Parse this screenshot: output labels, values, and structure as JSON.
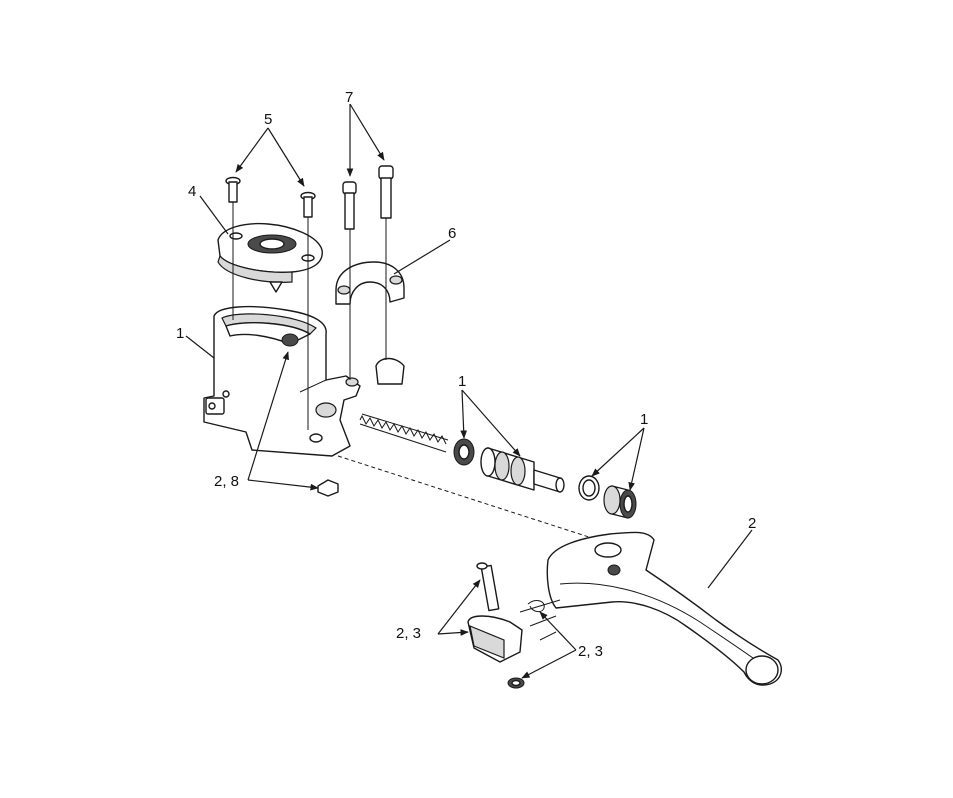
{
  "callouts": {
    "c1_body": "1",
    "c1_piston": "1",
    "c1_seal": "1",
    "c2_lever": "2",
    "c23_pin": "2, 3",
    "c23_clip": "2, 3",
    "c28_plug": "2, 8",
    "c4_cover": "4",
    "c5_screws": "5",
    "c6_clamp": "6",
    "c7_bolts": "7"
  }
}
